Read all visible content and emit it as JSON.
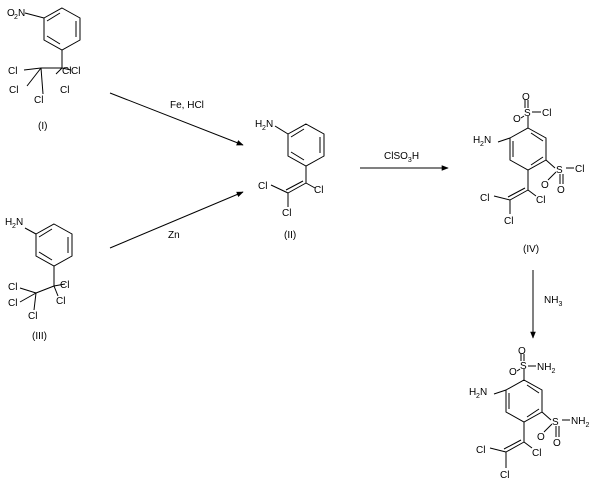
{
  "compounds": {
    "I": {
      "label": "(I)",
      "atoms": {
        "nitro_n": "O",
        "nitro_sub": "2",
        "nitro_tail": "N",
        "cl1": "Cl",
        "cl2": "Cl",
        "cl3": "Cl",
        "cl4": "Cl",
        "cl5": "Cl"
      }
    },
    "II": {
      "label": "(II)",
      "atoms": {
        "amine": "H",
        "amine_sub": "2",
        "amine_tail": "N",
        "cl1": "Cl",
        "cl2": "Cl",
        "cl3": "Cl"
      }
    },
    "III": {
      "label": "(III)",
      "atoms": {
        "amine": "H",
        "amine_sub": "2",
        "amine_tail": "N",
        "cl1": "Cl",
        "cl2": "Cl",
        "cl3": "Cl",
        "cl4": "Cl",
        "cl5": "Cl"
      }
    },
    "IV": {
      "label": "(IV)",
      "atoms": {
        "amine": "H",
        "amine_sub": "2",
        "amine_tail": "N",
        "s1": "S",
        "s2": "S",
        "o1": "O",
        "o2": "O",
        "o3": "O",
        "o4": "O",
        "scl1": "Cl",
        "scl2": "Cl",
        "cl1": "Cl",
        "cl2": "Cl",
        "cl3": "Cl"
      }
    },
    "V": {
      "atoms": {
        "amine": "H",
        "amine_sub": "2",
        "amine_tail": "N",
        "s1": "S",
        "s2": "S",
        "o1": "O",
        "o2": "O",
        "o3": "O",
        "o4": "O",
        "nh2a": "NH",
        "nh2a_sub": "2",
        "nh2b": "NH",
        "nh2b_sub": "2",
        "cl1": "Cl",
        "cl2": "Cl",
        "cl3": "Cl"
      }
    }
  },
  "reagents": {
    "fe_hcl": "Fe, HCl",
    "zn": "Zn",
    "clso3h_a": "ClSO",
    "clso3h_sub": "3",
    "clso3h_b": "H",
    "nh3_a": "NH",
    "nh3_sub": "3"
  }
}
